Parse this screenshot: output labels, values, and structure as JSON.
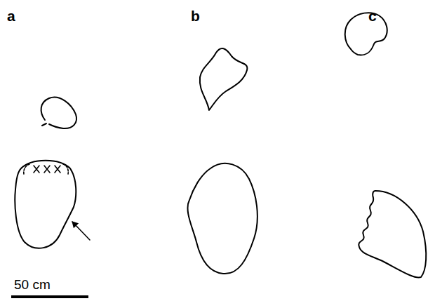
{
  "diagram": {
    "labels": [
      "a",
      "b",
      "c",
      "50 cm"
    ]
  }
}
